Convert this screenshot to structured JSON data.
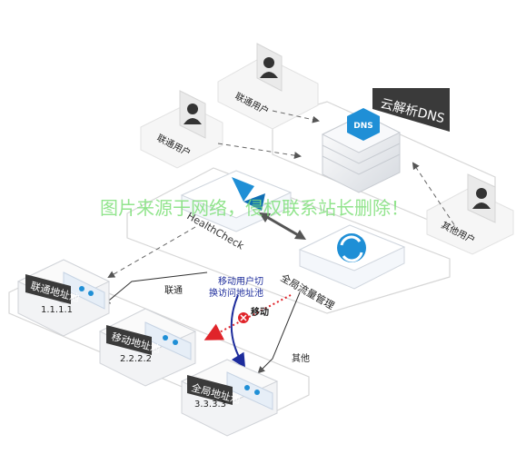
{
  "users": {
    "unicom_top": "联通用户",
    "unicom_left": "联通用户",
    "other": "其他用户"
  },
  "cloud_dns": {
    "title": "云解析DNS",
    "icon_text": "DNS"
  },
  "health_check": {
    "label": "HealthCheck"
  },
  "global_traffic": {
    "label": "全局流量管理"
  },
  "pools": [
    {
      "name": "联通地址池",
      "ip": "1.1.1.1"
    },
    {
      "name": "移动地址池",
      "ip": "2.2.2.2"
    },
    {
      "name": "全局地址池",
      "ip": "3.3.3.3"
    }
  ],
  "routes": {
    "unicom": "联通",
    "mobile": "移动",
    "other": "其他",
    "switch_note_line1": "移动用户切",
    "switch_note_line2": "换访问地址池"
  },
  "watermark": "图片来源于网络，侵权联系站长删除！",
  "colors": {
    "dns_dark": "#3a3a3a",
    "accent_blue": "#1f8fd6",
    "switch_note": "#1d2c9c",
    "mobile_red": "#e0242a",
    "watermark": "#7fe07a"
  }
}
